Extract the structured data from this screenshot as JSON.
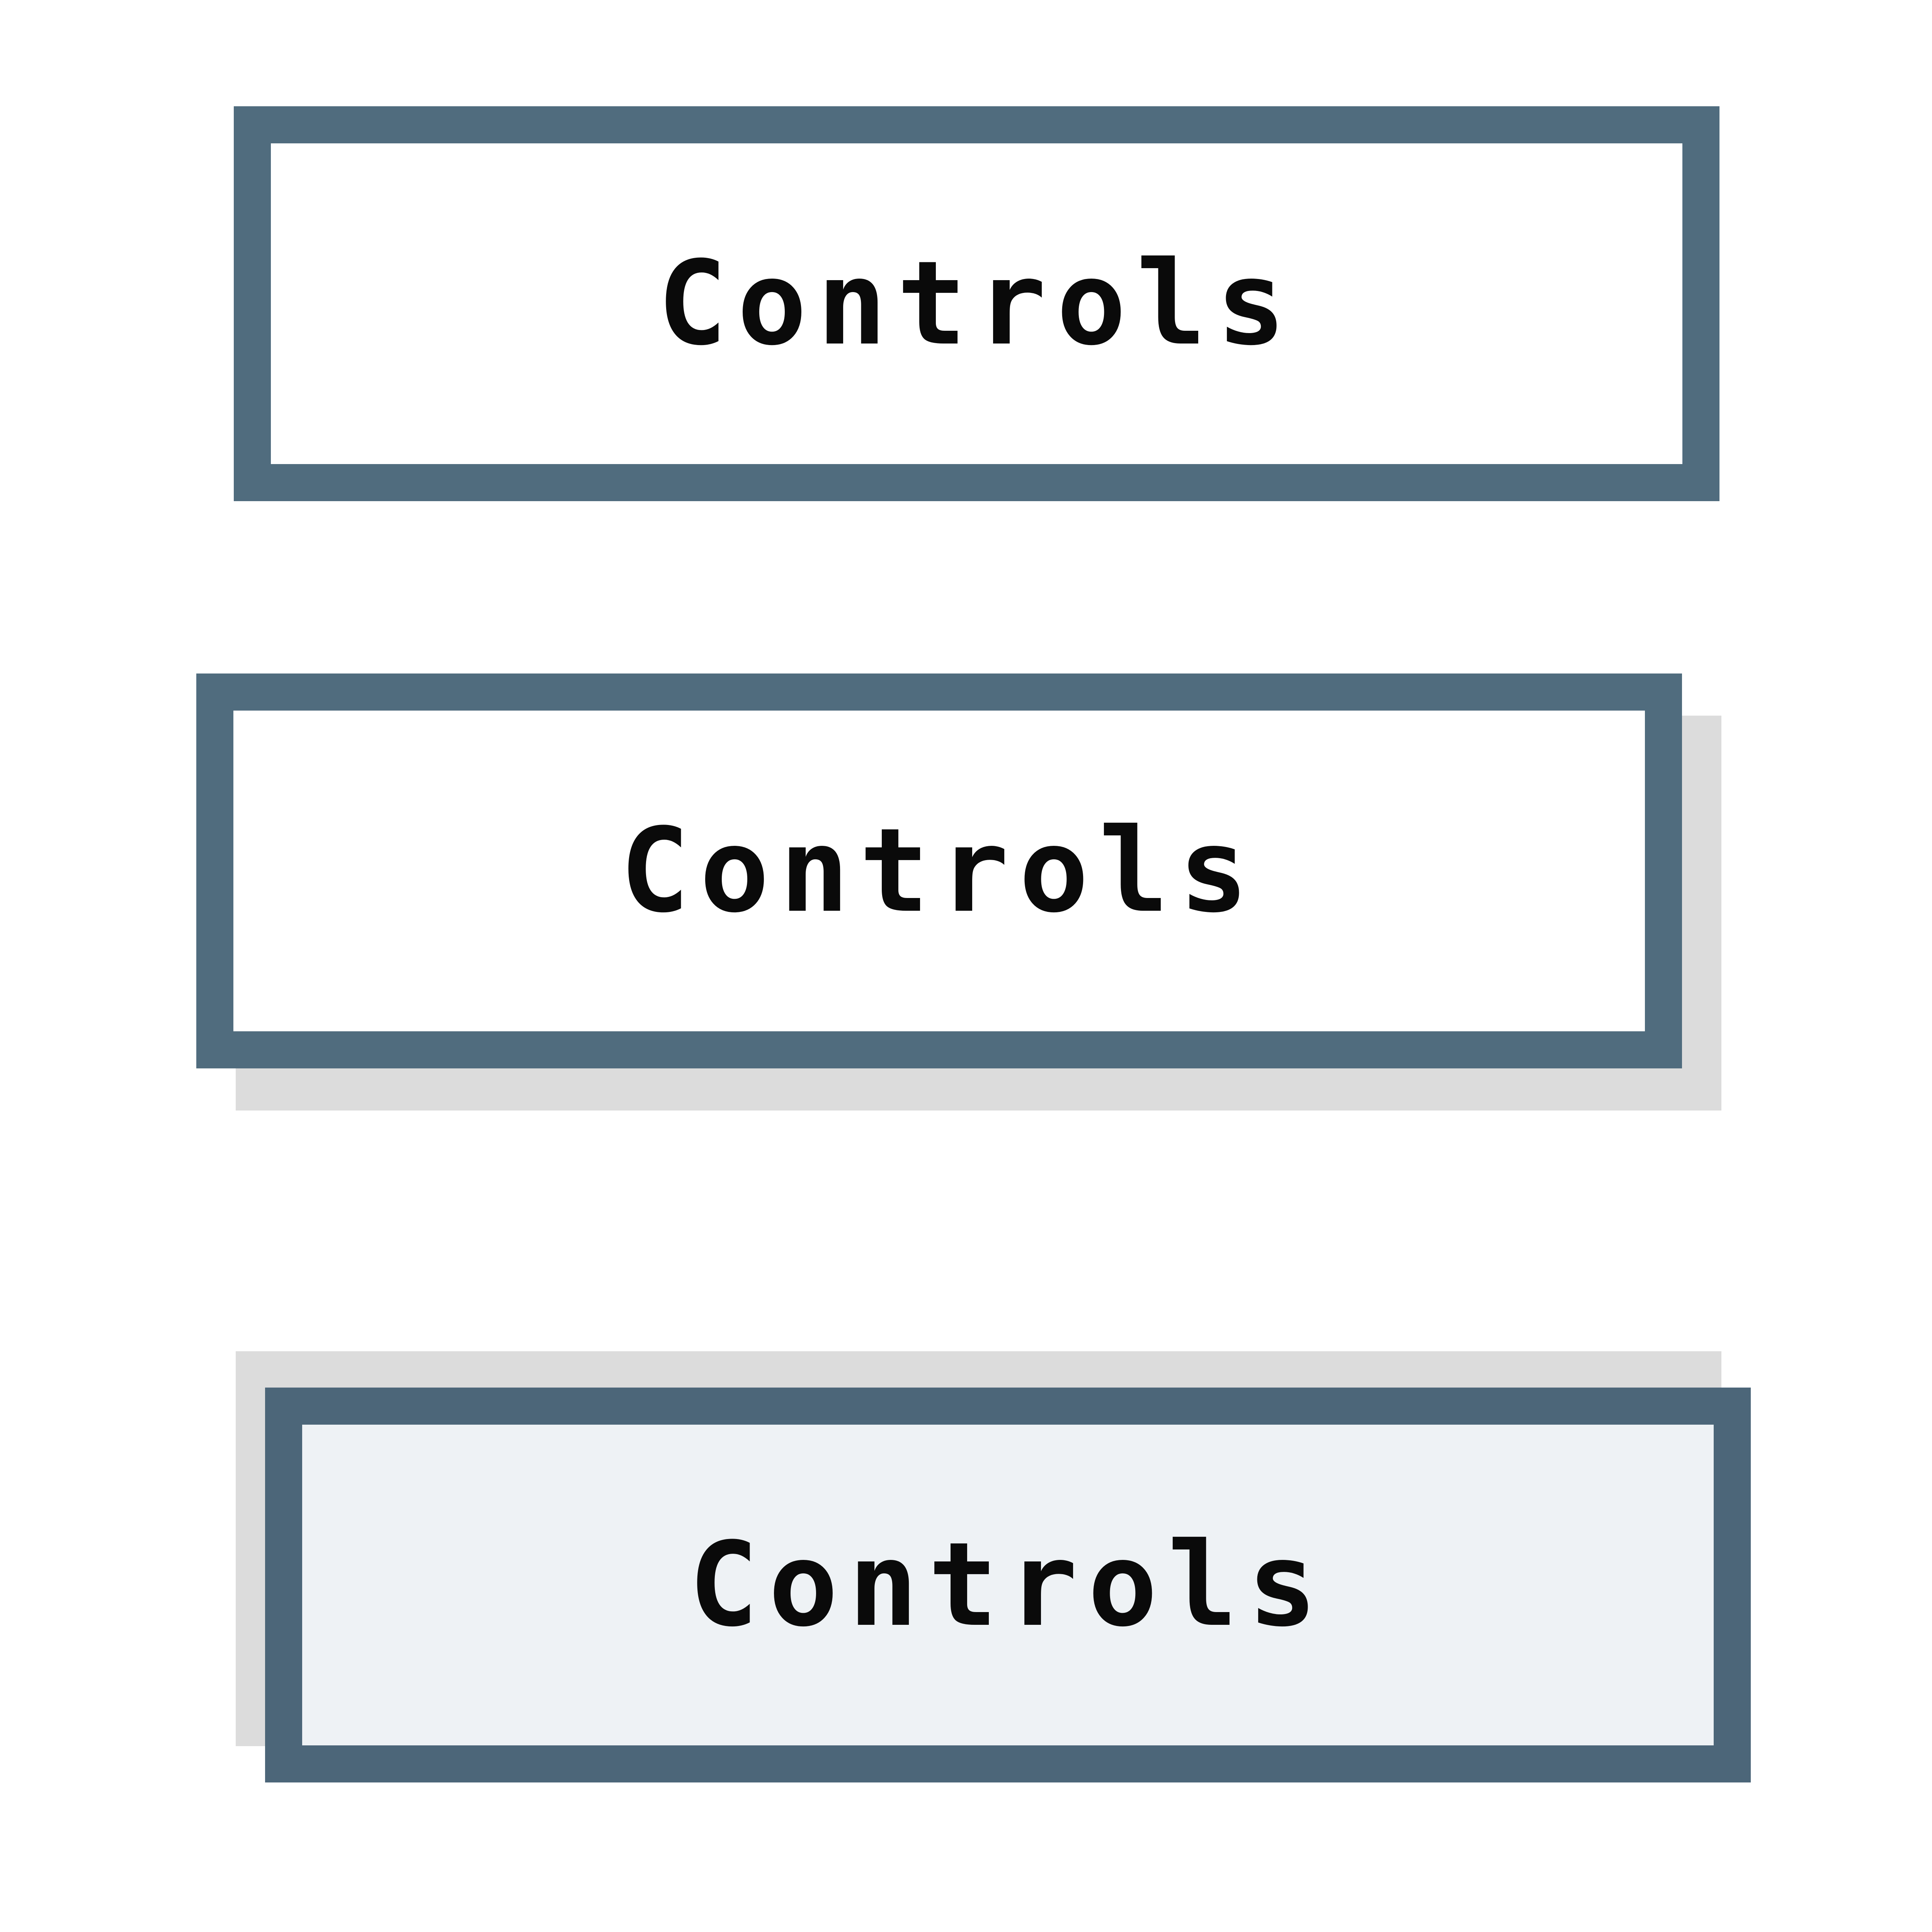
{
  "colors": {
    "border": "#506c7e",
    "border_pressed": "#4c6679",
    "face": "#ffffff",
    "face_pressed": "#eef2f5",
    "shadow": "#dcdcdc",
    "text": "#0a0a0a"
  },
  "buttons": [
    {
      "state": "normal",
      "label": "Controls"
    },
    {
      "state": "hover",
      "label": "Controls"
    },
    {
      "state": "pressed",
      "label": "Controls"
    }
  ]
}
